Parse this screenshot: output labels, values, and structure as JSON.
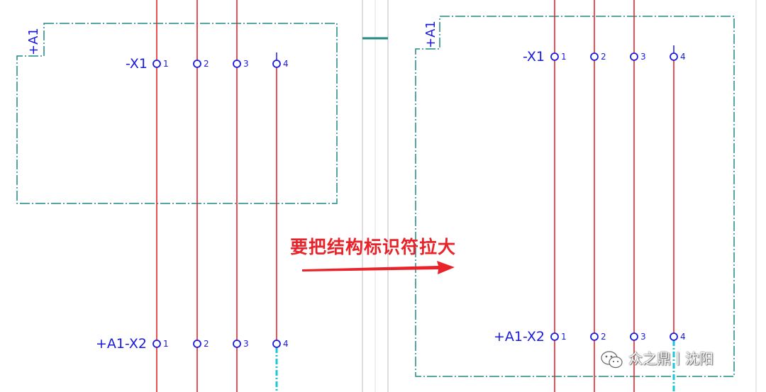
{
  "left_panel": {
    "location_label": "+A1",
    "top_device_label": "-X1",
    "bottom_device_label": "+A1-X2",
    "pins": [
      "1",
      "2",
      "3",
      "4"
    ]
  },
  "right_panel": {
    "location_label": "+A1",
    "top_device_label": "-X1",
    "bottom_device_label": "+A1-X2",
    "pins": [
      "1",
      "2",
      "3",
      "4"
    ]
  },
  "annotation": {
    "text": "要把结构标识符拉大"
  },
  "watermark": {
    "text": "众之鼎丨沈阳",
    "icon": "wechat-icon"
  },
  "colors": {
    "wire": "#e8242a",
    "box": "#1f8a86",
    "label": "#1a1adf",
    "cyan_wire": "#19c7d6",
    "arrow": "#e8242a"
  }
}
